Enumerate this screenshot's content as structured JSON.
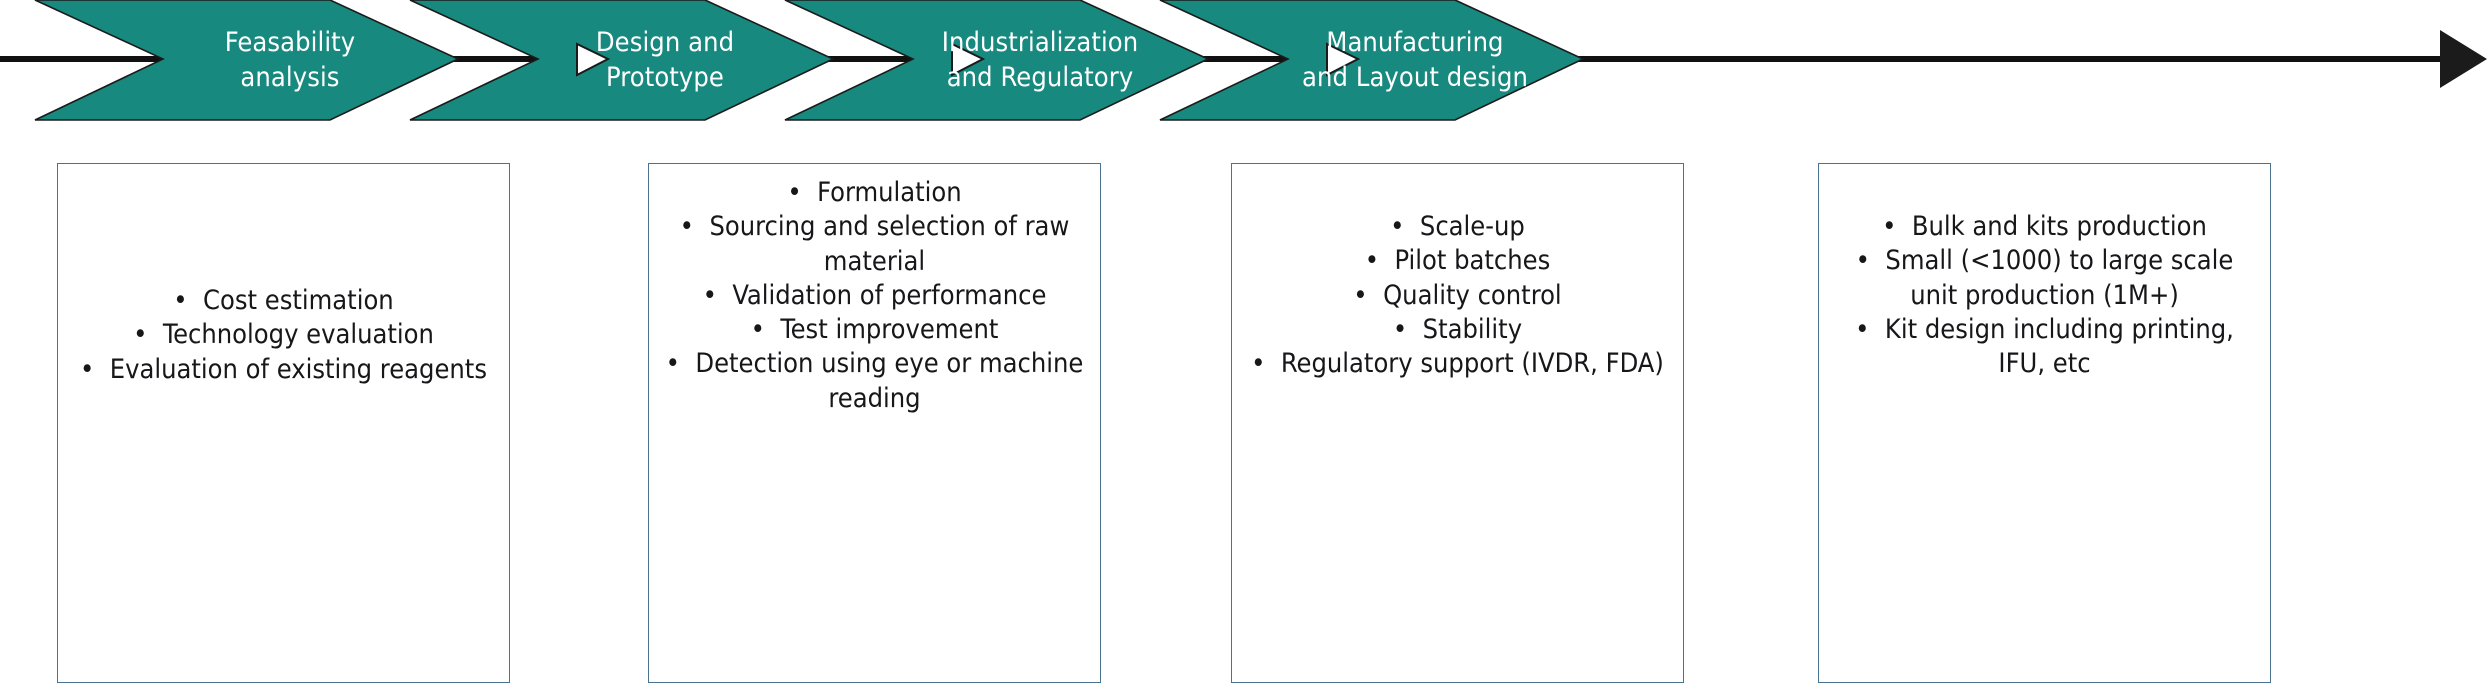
{
  "diagram": {
    "type": "process-flow",
    "title": "",
    "colors": {
      "chevron_fill": "#17897E",
      "chevron_text": "#FFFFFF",
      "chevron_outline": "#1B1B1B",
      "box_border": "#4A7390",
      "box_fill": "#FFFFFF",
      "bullet_text": "#17171A",
      "connector_line": "#111111",
      "background": "#FFFFFF"
    },
    "connector": {
      "line_label": "",
      "arrowhead": "solid-right-arrow",
      "marker_shape": "hollow-triangle",
      "marker_count": 3
    },
    "stages": [
      {
        "id": "feasability-analysis",
        "label": "Feasability\nanalysis",
        "bullets": [
          "Cost estimation",
          "Technology evaluation",
          "Evaluation of existing reagents"
        ]
      },
      {
        "id": "design-and-prototype",
        "label": "Design and\nPrototype",
        "bullets": [
          "Formulation",
          "Sourcing and selection of raw material",
          "Validation of performance",
          "Test improvement",
          "Detection using eye or machine reading"
        ]
      },
      {
        "id": "industrialization-and-regulatory",
        "label": "Industrialization\nand Regulatory",
        "bullets": [
          "Scale-up",
          "Pilot batches",
          "Quality control",
          "Stability",
          "Regulatory support (IVDR, FDA)"
        ]
      },
      {
        "id": "manufacturing-and-layout-design",
        "label": "Manufacturing\nand Layout design",
        "bullets": [
          "Bulk and kits production",
          "Small (<1000) to large scale unit production (1M+)",
          "Kit design including printing, IFU, etc"
        ]
      }
    ]
  }
}
